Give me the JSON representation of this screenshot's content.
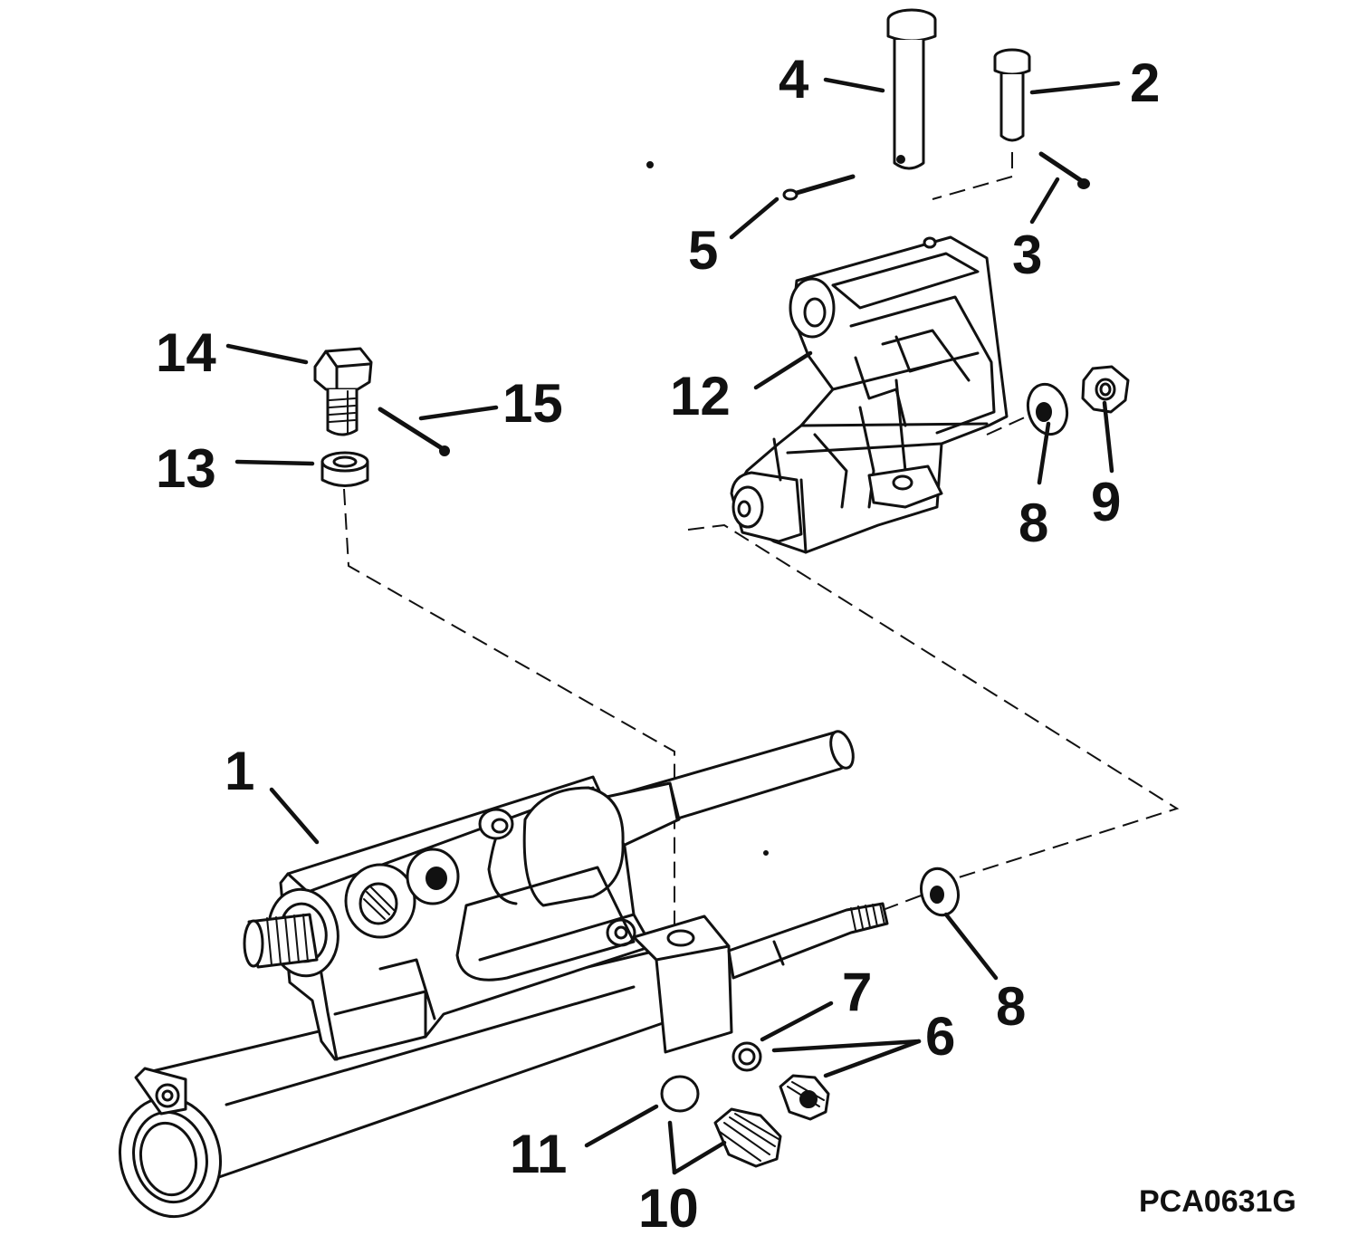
{
  "diagram": {
    "figure_code": "PCA0631G",
    "callouts": {
      "c1": "1",
      "c2": "2",
      "c3": "3",
      "c4": "4",
      "c5": "5",
      "c6": "6",
      "c7": "7",
      "c8a": "8",
      "c8b": "8",
      "c9": "9",
      "c10": "10",
      "c11": "11",
      "c12": "12",
      "c13": "13",
      "c14": "14",
      "c15": "15"
    }
  }
}
